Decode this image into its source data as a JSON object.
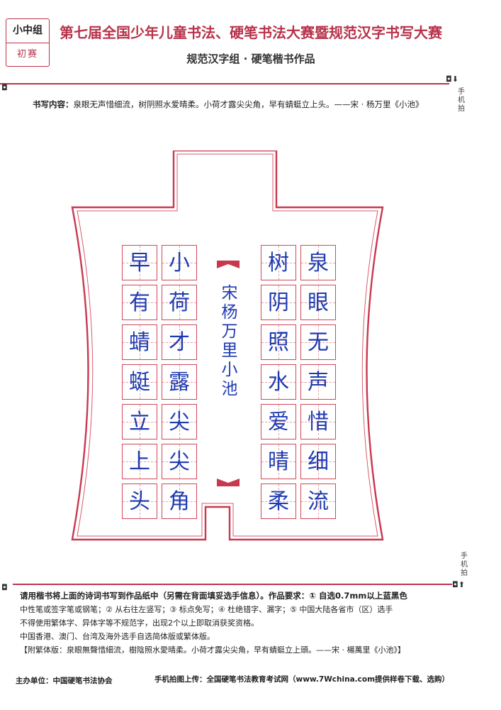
{
  "badge": {
    "group": "小中组",
    "stage": "初赛"
  },
  "header": {
    "title": "第七届全国少年儿童书法、硬笔书法大赛暨规范汉字书写大赛",
    "subtitle": "规范汉字组 · 硬笔楷书作品"
  },
  "camera_note": "手机拍",
  "content": {
    "label": "书写内容：",
    "text": "泉眼无声惜细流，树阴照水爱晴柔。小荷才露尖尖角，早有蜻蜓立上头。——宋 · 杨万里《小池》"
  },
  "work": {
    "right_columns": [
      [
        "泉",
        "眼",
        "无",
        "声",
        "惜",
        "细",
        "流"
      ],
      [
        "树",
        "阴",
        "照",
        "水",
        "爱",
        "晴",
        "柔"
      ]
    ],
    "left_columns": [
      [
        "小",
        "荷",
        "才",
        "露",
        "尖",
        "尖",
        "角"
      ],
      [
        "早",
        "有",
        "蜻",
        "蜓",
        "立",
        "上",
        "头"
      ]
    ],
    "signature": "宋杨万里小池"
  },
  "requirements": {
    "line1": "请用楷书将上面的诗词书写到作品纸中（另需在背面填妥选手信息）。作品要求：① 自选0.7mm以上蓝黑色",
    "line2": "中性笔或签字笔或钢笔；② 从右往左竖写；③ 标点免写；④ 杜绝错字、漏字；⑤ 中国大陆各省市（区）选手",
    "line3": "不得使用繁体字、异体字等不规范字，出现2个以上即取消获奖资格。",
    "line4": "中国香港、澳门、台湾及海外选手自选简体版或繁体版。",
    "line5": "【附繁体版：泉眼無聲惜細流，樹陰照水愛晴柔。小荷才露尖尖角，早有蜻蜓立上頭。——宋 · 楊萬里《小池》】"
  },
  "footer": {
    "organizer": "主办单位：中国硬笔书法协会",
    "upload": "手机拍图上传：全国硬笔书法教育考试网（www.7Wchina.com提供样卷下载、选购）"
  },
  "colors": {
    "accent": "#c0334b",
    "ink": "#1f3bb0"
  }
}
